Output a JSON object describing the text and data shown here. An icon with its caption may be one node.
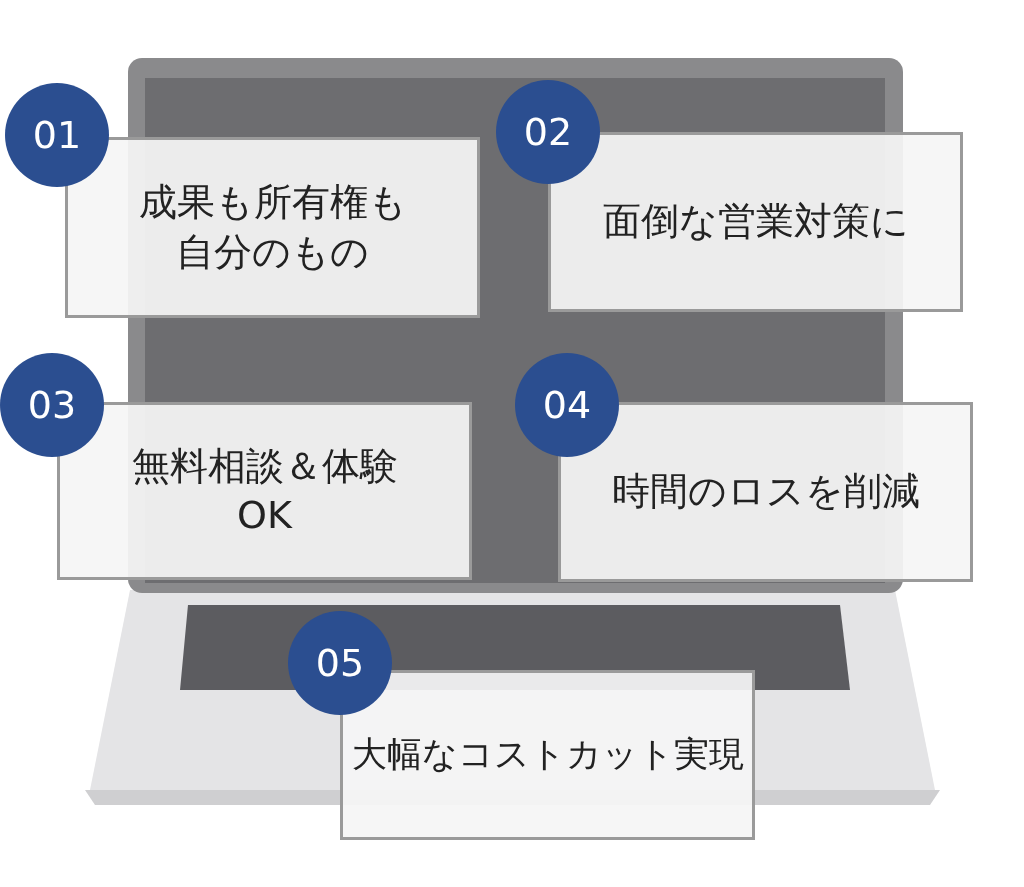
{
  "diagram": {
    "nodes": [
      {
        "text": [
          "01"
        ]
      },
      {
        "text": [
          "成果も所有権も自分のもの"
        ]
      },
      {
        "text": [
          "02"
        ]
      },
      {
        "text": [
          "面倒な営業対策に"
        ]
      },
      {
        "text": [
          "03"
        ]
      },
      {
        "text": [
          "無料相談＆体験OK"
        ]
      },
      {
        "text": [
          "04"
        ]
      },
      {
        "text": [
          "時間のロスを削減"
        ]
      },
      {
        "text": [
          "05"
        ]
      },
      {
        "text": [
          "大幅なコストカット実現"
        ]
      }
    ]
  }
}
